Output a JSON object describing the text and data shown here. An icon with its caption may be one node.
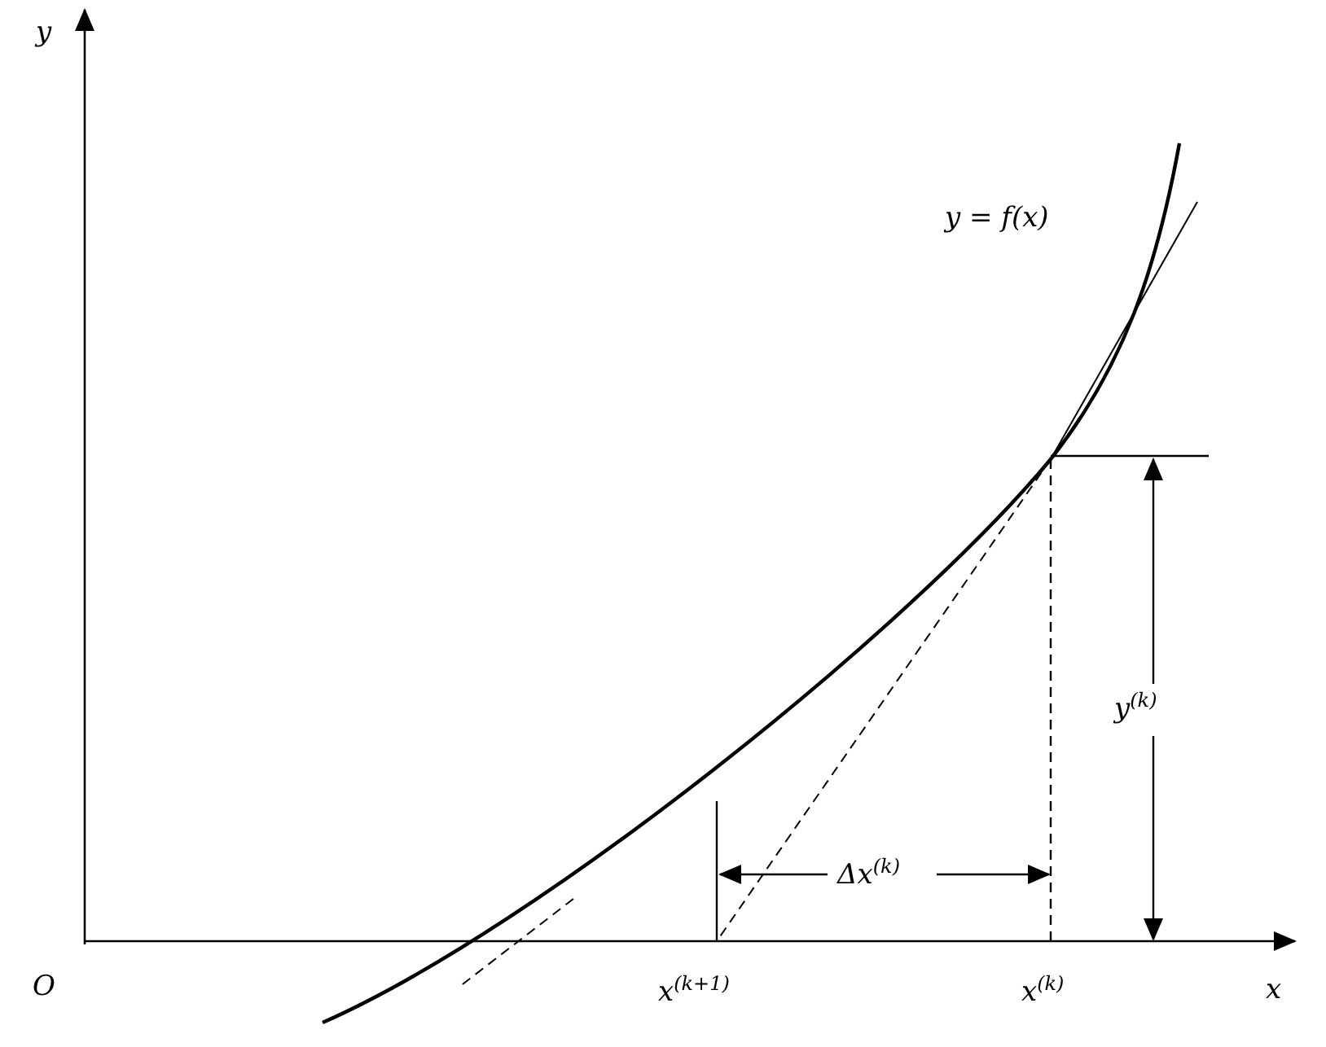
{
  "diagram": {
    "labels": [
      "y",
      "y = f(x)",
      "y$^{(k)}$",
      "Δx$^{(k)}$",
      "O",
      "x$^{(k+1)}$",
      "x$^{(k)}$",
      "x"
    ]
  }
}
